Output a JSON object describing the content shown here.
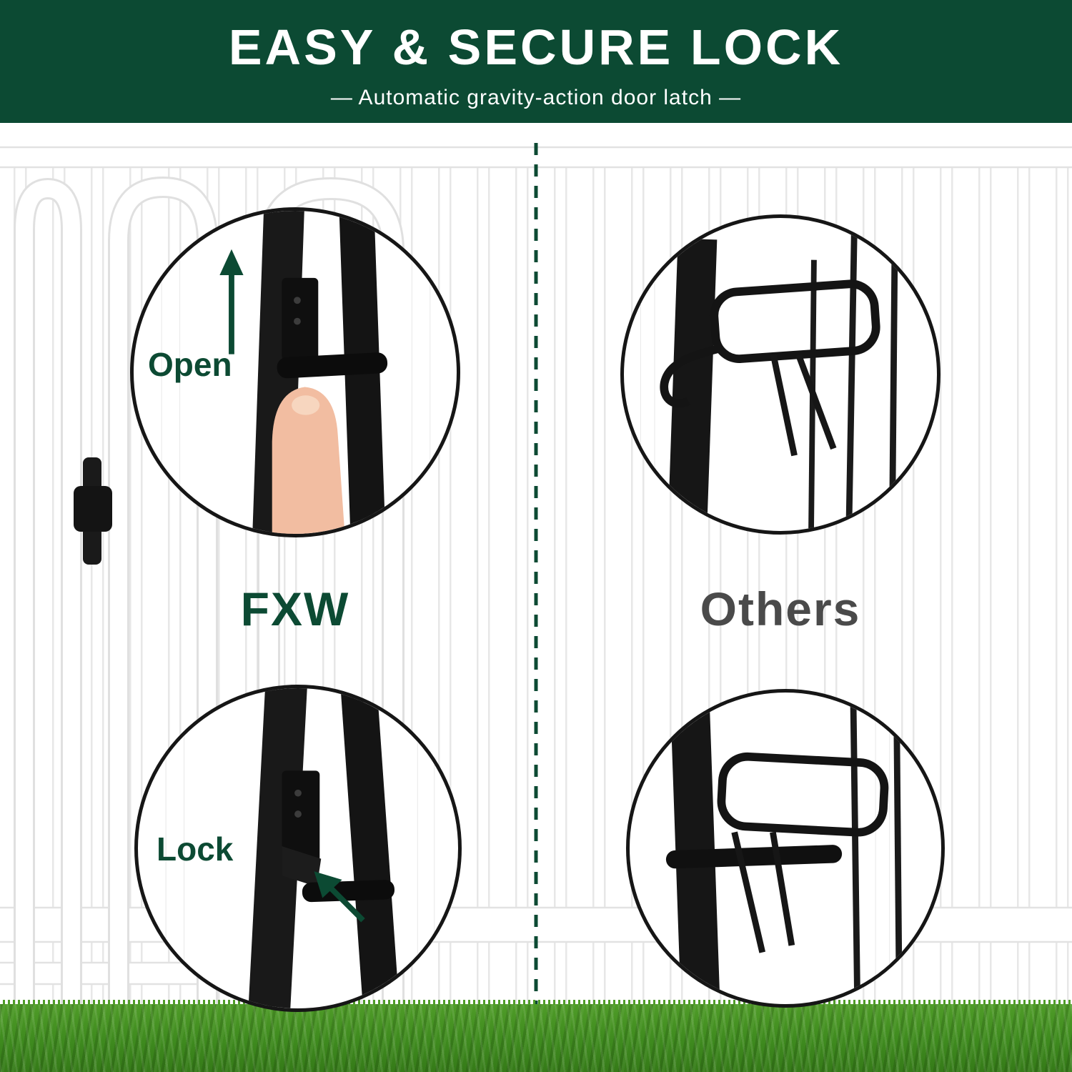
{
  "header": {
    "title": "EASY & SECURE LOCK",
    "subtitle": "—  Automatic gravity-action door latch  —"
  },
  "comparison": {
    "fxw": {
      "brand": "FXW",
      "open_caption": "Open",
      "lock_caption": "Lock"
    },
    "others": {
      "brand": "Others"
    }
  },
  "colors": {
    "banner_green": "#0c4a33",
    "accent_green": "#0c4a33",
    "others_gray": "#4a4a4a",
    "grass_green": "#4f9c28"
  }
}
